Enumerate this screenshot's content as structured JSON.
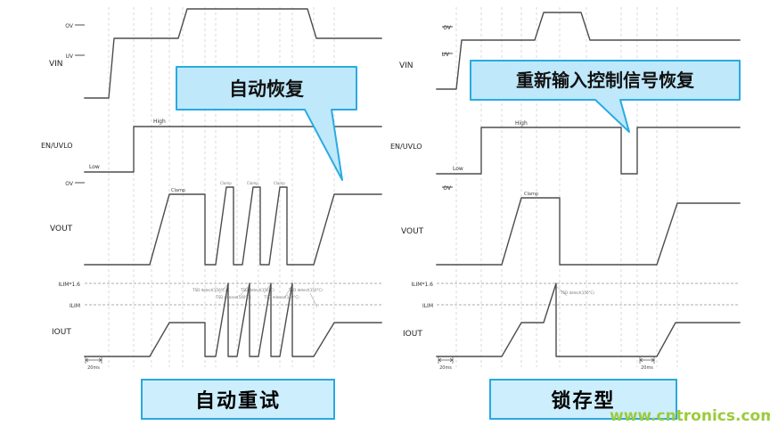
{
  "panels": {
    "left": {
      "vin": "VIN",
      "en": "EN/UVLO",
      "vout": "VOUT",
      "iout": "IOUT",
      "ov": "OV",
      "uv": "UV",
      "high": "High",
      "low": "Low",
      "vout_ov": "OV",
      "ilim16": "ILIM*1.6",
      "ilim": "ILIM",
      "clamp": "Clamp",
      "t20ms_1": "20ms",
      "callout": "自动恢复",
      "caption": "自动重试",
      "notes": [
        "TSD detect(150°C)",
        "TSD release(140°C)",
        "TSD detect(150°C)",
        "TSD release(140°C)",
        "TSD detect(150°C)"
      ]
    },
    "right": {
      "vin": "VIN",
      "en": "EN/UVLO",
      "vout": "VOUT",
      "iout": "IOUT",
      "ov": "OV",
      "uv": "UV",
      "high": "High",
      "low": "Low",
      "vout_ov": "OV",
      "ilim16": "ILIM*1.6",
      "ilim": "ILIM",
      "clamp": "Clamp",
      "t20ms_1": "20ms",
      "t20ms_2": "20ms",
      "callout": "重新输入控制信号恢复",
      "caption": "锁存型",
      "notes": [
        "TSD detect(150°C)"
      ]
    }
  },
  "watermark": "www.cntronics.com",
  "colors": {
    "trace": "#4d4d4d",
    "grid": "#c9c9c9",
    "callout_fill": "#bfe8fb",
    "callout_border": "#29abe2",
    "caption_fill": "#cdeefd",
    "caption_border": "#2aa8e0",
    "watermark_green": "#9bcb3c"
  }
}
